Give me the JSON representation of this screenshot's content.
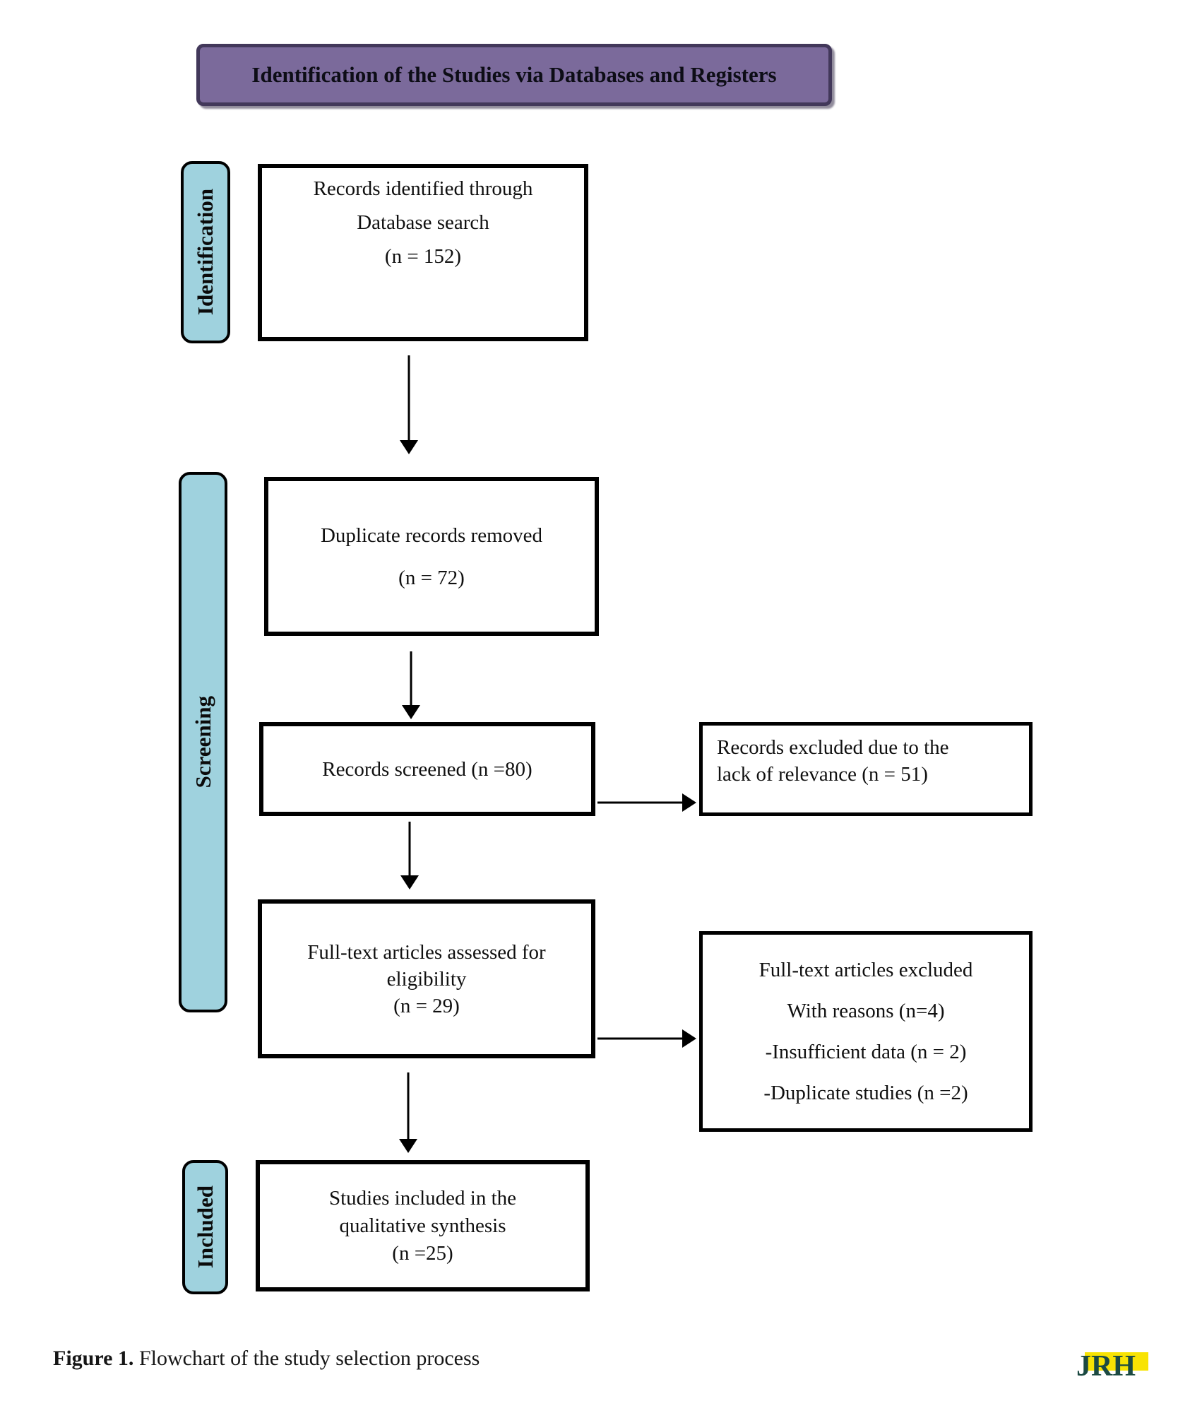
{
  "colors": {
    "title_fill": "#7b6a9b",
    "title_border": "#42385a",
    "stage_fill": "#9fd2de",
    "logo_yellow": "#f8e303",
    "logo_green": "#1c4a42"
  },
  "title": "Identification of the Studies via Databases and Registers",
  "stages": {
    "identification": "Identification",
    "screening": "Screening",
    "included": "Included"
  },
  "flow": {
    "records_identified": {
      "lines": [
        "Records identified through",
        "Database search",
        "(n = 152)"
      ]
    },
    "duplicates_removed": {
      "lines": [
        "Duplicate records removed",
        "(n = 72)"
      ]
    },
    "records_screened": {
      "lines": [
        "Records screened (n =80)"
      ]
    },
    "fulltext_assessed": {
      "lines": [
        "Full-text articles assessed for",
        "eligibility",
        "(n = 29)"
      ]
    },
    "studies_included": {
      "lines": [
        "Studies included in the",
        "qualitative synthesis",
        "(n =25)"
      ]
    }
  },
  "exclusions": {
    "records_excluded": {
      "lines": [
        "Records excluded due to the",
        "lack of relevance (n = 51)"
      ]
    },
    "fulltext_excluded": {
      "lines": [
        "Full-text articles excluded",
        "With reasons (n=4)",
        "-Insufficient data (n = 2)",
        "-Duplicate studies (n =2)"
      ]
    }
  },
  "caption": {
    "label": "Figure 1.",
    "text": " Flowchart of the study selection process"
  },
  "logo": {
    "text": "JRH"
  }
}
